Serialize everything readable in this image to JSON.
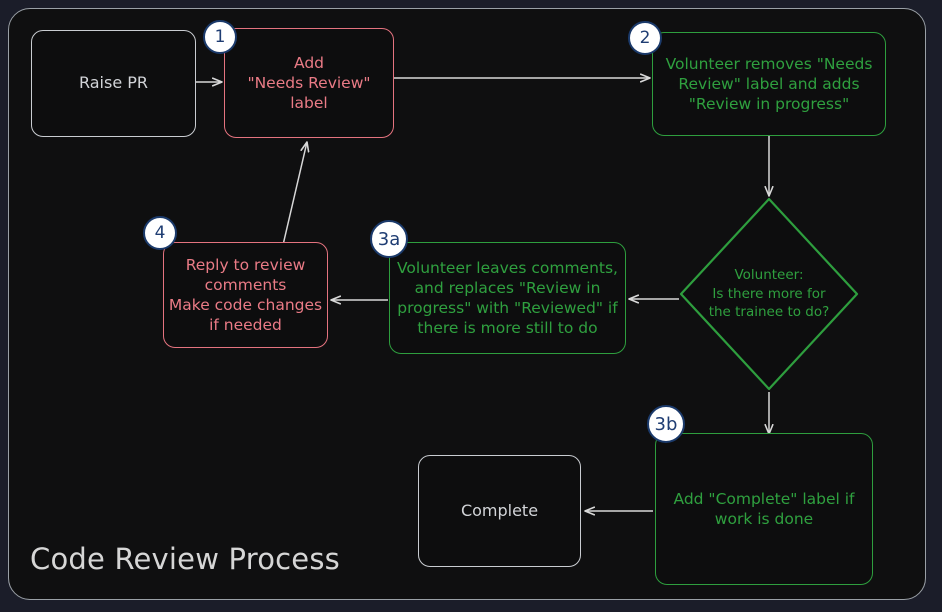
{
  "diagram": {
    "title": "Code Review Process",
    "colors": {
      "page_background": "#1b1d29",
      "frame_background": "#0f0f10",
      "frame_border": "#9aa0a6",
      "neutral": "#d2d4d8",
      "red": "#ea7b86",
      "green": "#2fa03f",
      "badge_fill": "#ffffff",
      "badge_border": "#1b3a6b",
      "badge_text": "#1f3d73",
      "edge": "#d8d8d8"
    },
    "nodes": [
      {
        "id": "raise-pr",
        "label": "Raise PR",
        "style": "neutral",
        "shape": "rounded-rect",
        "badge": null
      },
      {
        "id": "add-needs-review-label",
        "label": "Add\n\"Needs Review\"\nlabel",
        "style": "red",
        "shape": "rounded-rect",
        "badge": "1"
      },
      {
        "id": "volunteer-removes-needs-review",
        "label": "Volunteer removes \"Needs\nReview\" label and adds\n\"Review in progress\"",
        "style": "green",
        "shape": "rounded-rect",
        "badge": "2"
      },
      {
        "id": "decision-more-for-trainee",
        "label": "Volunteer:\nIs there more for\nthe trainee to do?",
        "style": "green",
        "shape": "diamond",
        "badge": null
      },
      {
        "id": "volunteer-leaves-comments",
        "label": "Volunteer leaves comments,\nand replaces \"Review in\nprogress\" with \"Reviewed\" if\nthere is more still to do",
        "style": "green",
        "shape": "rounded-rect",
        "badge": "3a"
      },
      {
        "id": "reply-to-review-comments",
        "label": "Reply to review\ncomments\nMake code changes\nif needed",
        "style": "red",
        "shape": "rounded-rect",
        "badge": "4"
      },
      {
        "id": "add-complete-label",
        "label": "Add \"Complete\" label if\nwork is done",
        "style": "green",
        "shape": "rounded-rect",
        "badge": "3b"
      },
      {
        "id": "complete",
        "label": "Complete",
        "style": "neutral",
        "shape": "rounded-rect",
        "badge": null
      }
    ],
    "edges": [
      {
        "from": "raise-pr",
        "to": "add-needs-review-label",
        "label": ""
      },
      {
        "from": "add-needs-review-label",
        "to": "volunteer-removes-needs-review",
        "label": ""
      },
      {
        "from": "volunteer-removes-needs-review",
        "to": "decision-more-for-trainee",
        "label": ""
      },
      {
        "from": "decision-more-for-trainee",
        "to": "volunteer-leaves-comments",
        "label": ""
      },
      {
        "from": "decision-more-for-trainee",
        "to": "add-complete-label",
        "label": ""
      },
      {
        "from": "volunteer-leaves-comments",
        "to": "reply-to-review-comments",
        "label": ""
      },
      {
        "from": "reply-to-review-comments",
        "to": "add-needs-review-label",
        "label": ""
      },
      {
        "from": "add-complete-label",
        "to": "complete",
        "label": ""
      }
    ]
  }
}
